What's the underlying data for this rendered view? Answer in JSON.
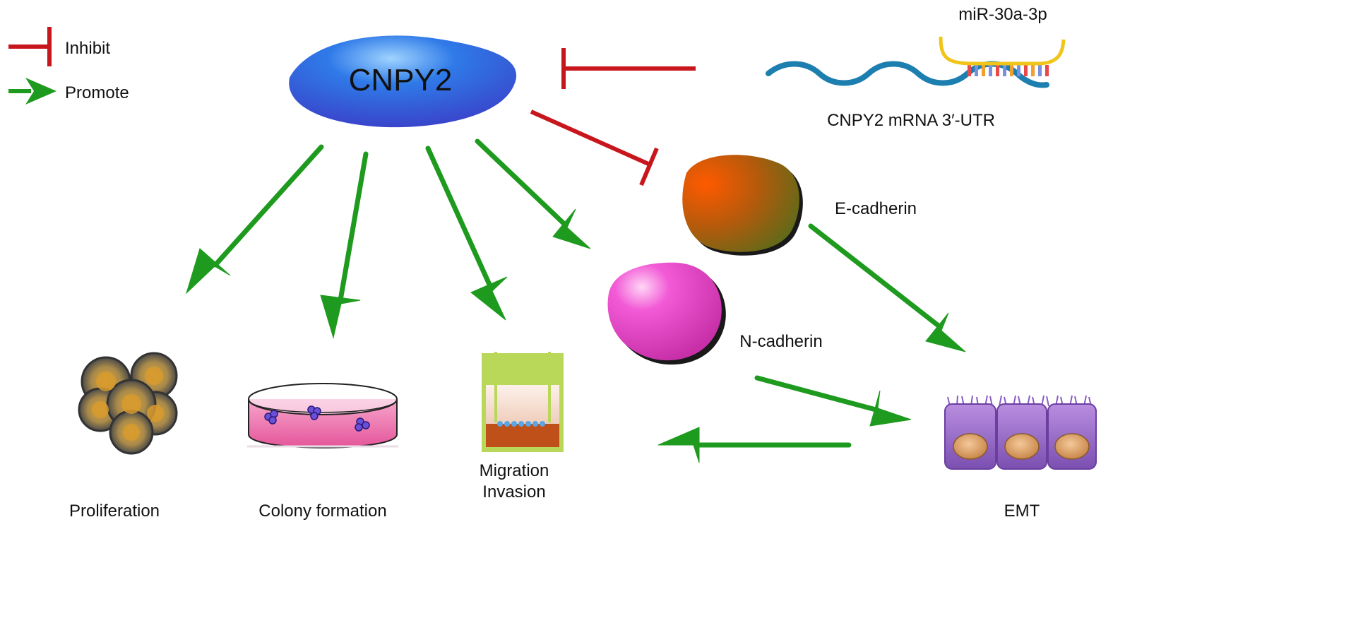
{
  "legend": {
    "inhibit": "Inhibit",
    "promote": "Promote"
  },
  "nodes": {
    "cnpy2": "CNPY2",
    "mirna": "miR-30a-3p",
    "mrna": "CNPY2 mRNA 3′-UTR",
    "ecadherin": "E-cadherin",
    "ncadherin": "N-cadherin",
    "proliferation": "Proliferation",
    "colony": "Colony formation",
    "migration": "Migration",
    "invasion": "Invasion",
    "emt": "EMT"
  },
  "colors": {
    "inhibit": "#c8161d",
    "promote": "#1e9a1e",
    "cnpy2": "#2f63e8",
    "ncadherin": "#e64fc8",
    "ecadherin": "#b8500a",
    "mrna": "#1c7fb0",
    "mirna": "#f0c419",
    "emt_cell": "#9a6fc4",
    "nucleus": "#d9a066"
  }
}
